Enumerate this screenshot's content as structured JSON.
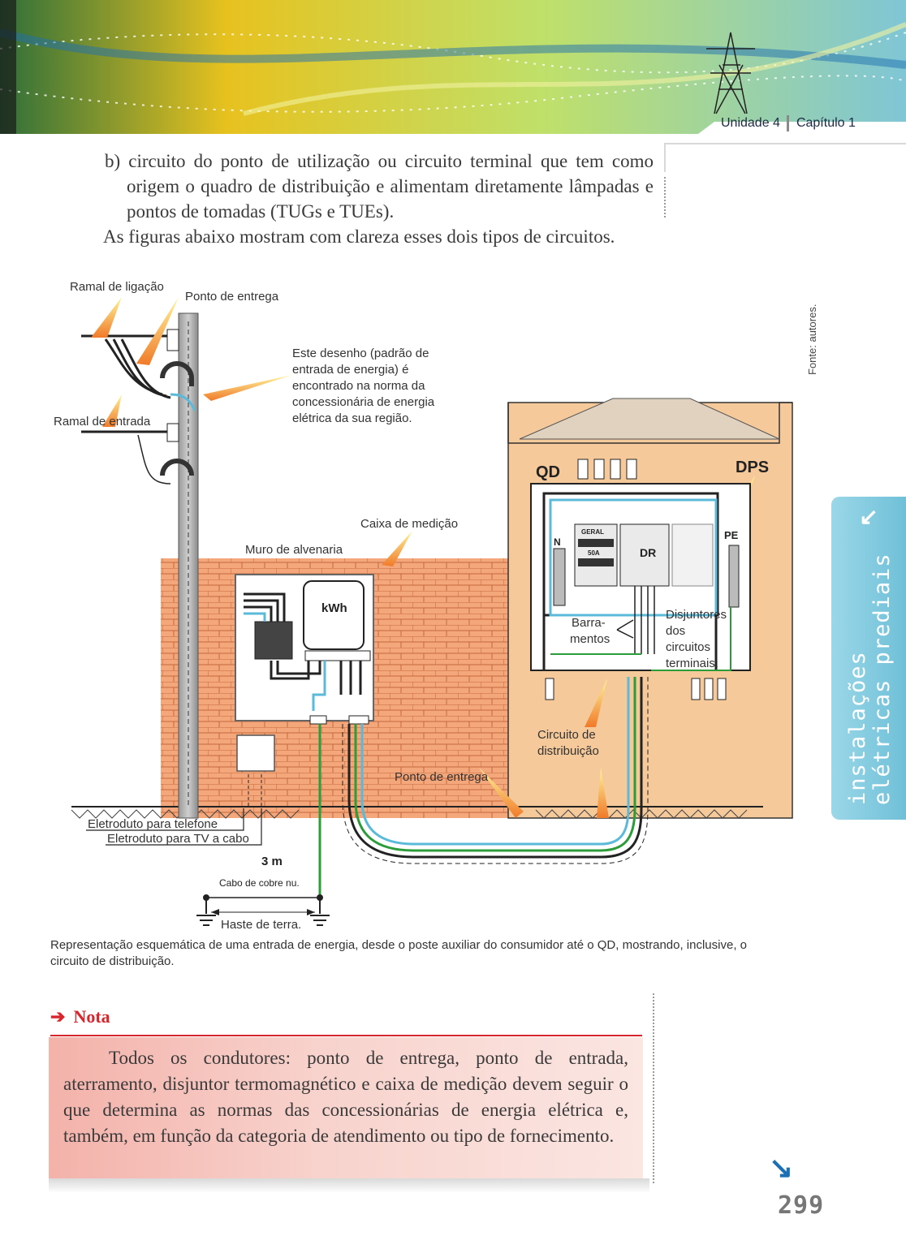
{
  "header": {
    "unit": "Unidade 4",
    "chapter": "Capítulo 1"
  },
  "body": {
    "item_b": "b) circuito do ponto de utilização ou circuito terminal que tem como origem o quadro de distribuição e alimentam diretamente lâmpadas e pontos de tomadas (TUGs e TUEs).",
    "paragraph": "As figuras abaixo mostram com clareza esses dois tipos de circuitos."
  },
  "source_credit": "Fonte: autores.",
  "sidebar": {
    "arrow_icon": "arrow-down-left-icon",
    "line1": "instalações",
    "line2": "elétricas prediais"
  },
  "diagram": {
    "ramal_ligacao": "Ramal de ligação",
    "ponto_entrega_top": "Ponto de entrega",
    "ramal_entrada": "Ramal de entrada",
    "note_lines": [
      "Este desenho (padrão de",
      "entrada de energia) é",
      "encontrado na norma da",
      "concessionária de energia",
      "elétrica da sua região."
    ],
    "caixa_medicao": "Caixa de medição",
    "muro": "Muro de alvenaria",
    "kwh": "kWh",
    "qd": "QD",
    "dps": "DPS",
    "n": "N",
    "geral": "GERAL",
    "amp": "50A",
    "dr": "DR",
    "pe": "PE",
    "barramentos_1": "Barra-",
    "barramentos_2": "mentos",
    "disjuntores": [
      "Disjuntores",
      "dos",
      "circuitos",
      "terminais."
    ],
    "circuito_1": "Circuito de",
    "circuito_2": "distribuição",
    "ponto_entrega_bottom": "Ponto de entrega",
    "eletroduto_telefone": "Eletroduto para telefone",
    "eletroduto_tv": "Eletroduto para TV a cabo",
    "distance": "3 m",
    "cabo": "Cabo de cobre nu.",
    "haste": "Haste de terra."
  },
  "caption": "Representação esquemática de uma entrada de energia, desde o poste auxiliar do consumidor até o QD, mostrando, inclusive, o circuito de distribuição.",
  "note": {
    "title": "Nota",
    "text": "Todos os condutores: ponto de entrega, ponto de entrada, aterramento, disjuntor termomagnético e caixa de medição devem seguir o que determina as normas das concessionárias de energia elétrica e, também, em função da categoria de atendimento ou tipo de fornecimento."
  },
  "page_number": "299"
}
